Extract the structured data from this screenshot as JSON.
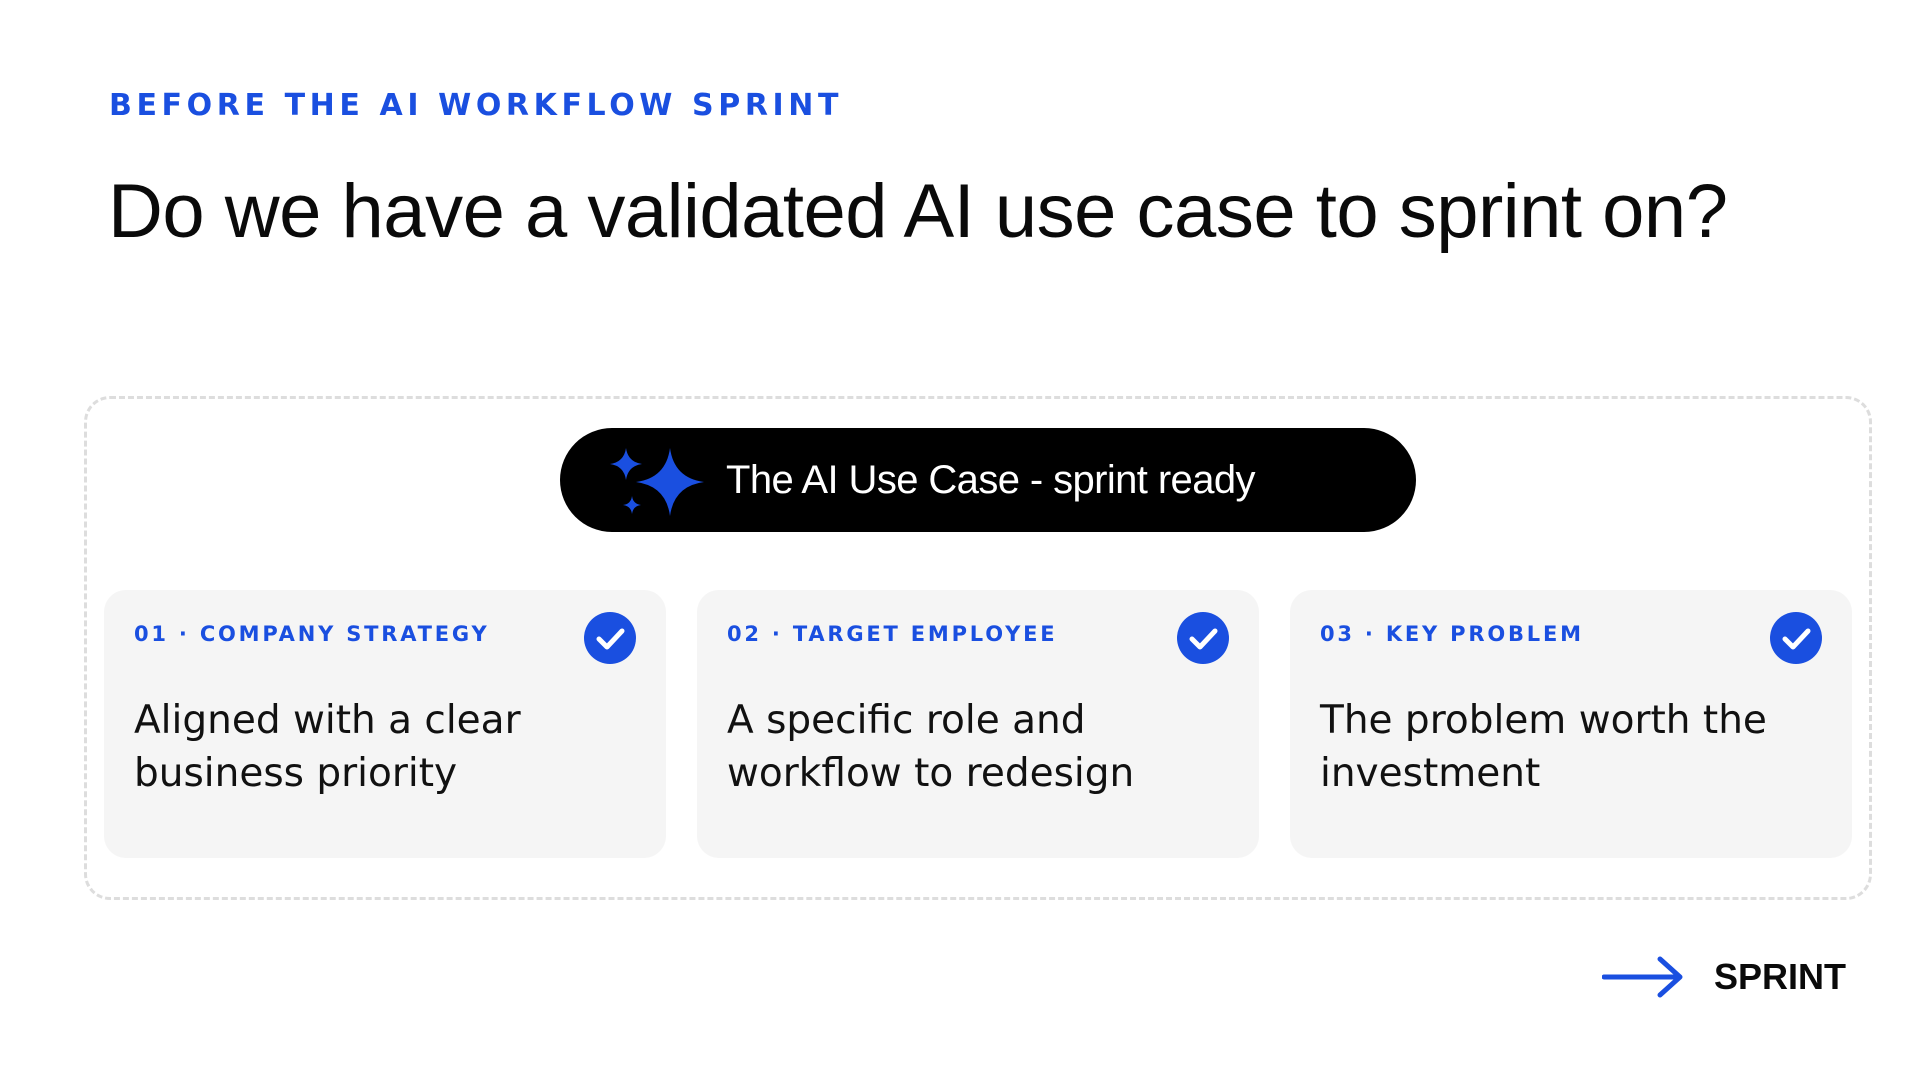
{
  "eyebrow": "BEFORE THE AI WORKFLOW SPRINT",
  "headline": "Do we have a validated AI use case to sprint on?",
  "pill": {
    "icon": "sparkles-icon",
    "label": "The AI Use Case - sprint ready"
  },
  "cards": [
    {
      "label": "01 · COMPANY STRATEGY",
      "description": "Aligned with a clear business priority",
      "checked": true,
      "icon": "check-circle-icon"
    },
    {
      "label": "02 · TARGET EMPLOYEE",
      "description": "A specific role and workflow to redesign",
      "checked": true,
      "icon": "check-circle-icon"
    },
    {
      "label": "03 · KEY PROBLEM",
      "description": "The problem worth the investment",
      "checked": true,
      "icon": "check-circle-icon"
    }
  ],
  "next": {
    "icon": "arrow-right-icon",
    "label": "SPRINT"
  },
  "colors": {
    "accent": "#1a4fe0",
    "text": "#0a0a0a",
    "card_bg": "#f5f5f5",
    "pill_bg": "#000000",
    "frame_border": "#dddddd"
  }
}
